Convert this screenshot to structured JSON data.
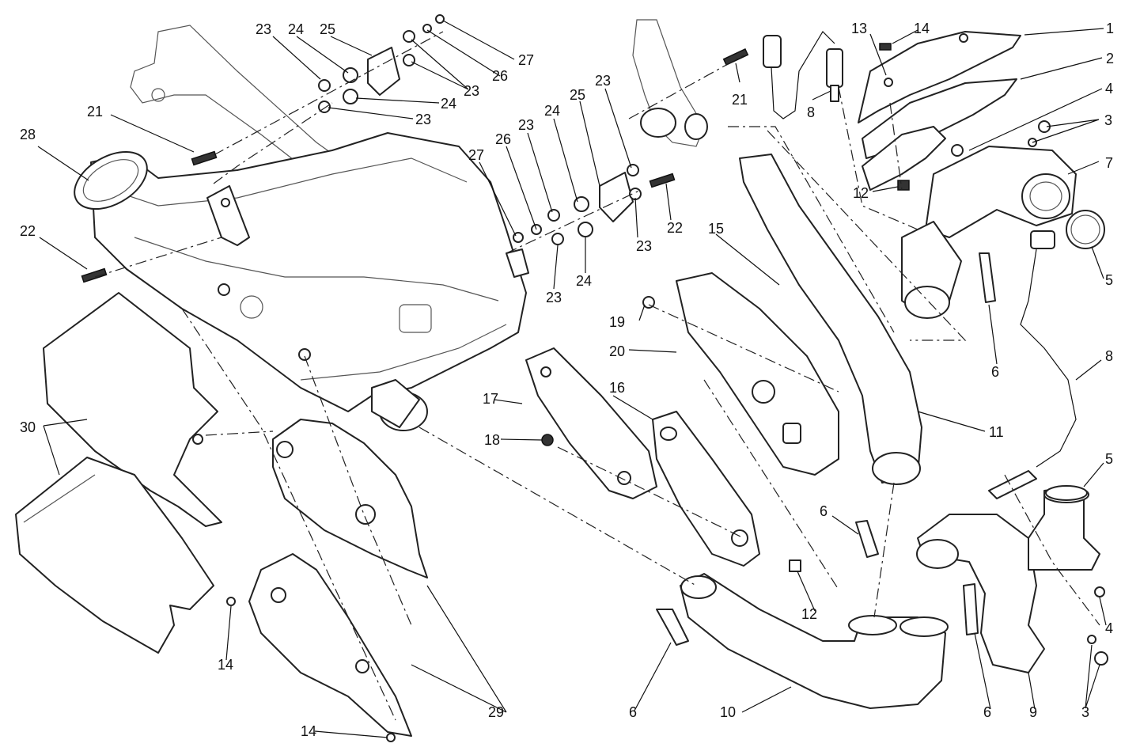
{
  "callouts": [
    {
      "id": "c1",
      "text": "1"
    },
    {
      "id": "c2",
      "text": "2"
    },
    {
      "id": "c3a",
      "text": "3"
    },
    {
      "id": "c3b",
      "text": "3"
    },
    {
      "id": "c4a",
      "text": "4"
    },
    {
      "id": "c4b",
      "text": "4"
    },
    {
      "id": "c5a",
      "text": "5"
    },
    {
      "id": "c5b",
      "text": "5"
    },
    {
      "id": "c6a",
      "text": "6"
    },
    {
      "id": "c6b",
      "text": "6"
    },
    {
      "id": "c6c",
      "text": "6"
    },
    {
      "id": "c6d",
      "text": "6"
    },
    {
      "id": "c7",
      "text": "7"
    },
    {
      "id": "c8a",
      "text": "8"
    },
    {
      "id": "c8b",
      "text": "8"
    },
    {
      "id": "c9",
      "text": "9"
    },
    {
      "id": "c10",
      "text": "10"
    },
    {
      "id": "c11",
      "text": "11"
    },
    {
      "id": "c12a",
      "text": "12"
    },
    {
      "id": "c12b",
      "text": "12"
    },
    {
      "id": "c13",
      "text": "13"
    },
    {
      "id": "c14a",
      "text": "14"
    },
    {
      "id": "c14b",
      "text": "14"
    },
    {
      "id": "c14c",
      "text": "14"
    },
    {
      "id": "c15",
      "text": "15"
    },
    {
      "id": "c16",
      "text": "16"
    },
    {
      "id": "c17",
      "text": "17"
    },
    {
      "id": "c18",
      "text": "18"
    },
    {
      "id": "c19",
      "text": "19"
    },
    {
      "id": "c20",
      "text": "20"
    },
    {
      "id": "c21a",
      "text": "21"
    },
    {
      "id": "c21b",
      "text": "21"
    },
    {
      "id": "c22a",
      "text": "22"
    },
    {
      "id": "c22b",
      "text": "22"
    },
    {
      "id": "c23a",
      "text": "23"
    },
    {
      "id": "c23b",
      "text": "23"
    },
    {
      "id": "c23c",
      "text": "23"
    },
    {
      "id": "c23d",
      "text": "23"
    },
    {
      "id": "c23e",
      "text": "23"
    },
    {
      "id": "c23f",
      "text": "23"
    },
    {
      "id": "c23g",
      "text": "23"
    },
    {
      "id": "c24a",
      "text": "24"
    },
    {
      "id": "c24b",
      "text": "24"
    },
    {
      "id": "c24c",
      "text": "24"
    },
    {
      "id": "c24d",
      "text": "24"
    },
    {
      "id": "c25a",
      "text": "25"
    },
    {
      "id": "c25b",
      "text": "25"
    },
    {
      "id": "c26a",
      "text": "26"
    },
    {
      "id": "c26b",
      "text": "26"
    },
    {
      "id": "c27a",
      "text": "27"
    },
    {
      "id": "c27b",
      "text": "27"
    },
    {
      "id": "c28",
      "text": "28"
    },
    {
      "id": "c29",
      "text": "29"
    },
    {
      "id": "c30",
      "text": "30"
    }
  ]
}
